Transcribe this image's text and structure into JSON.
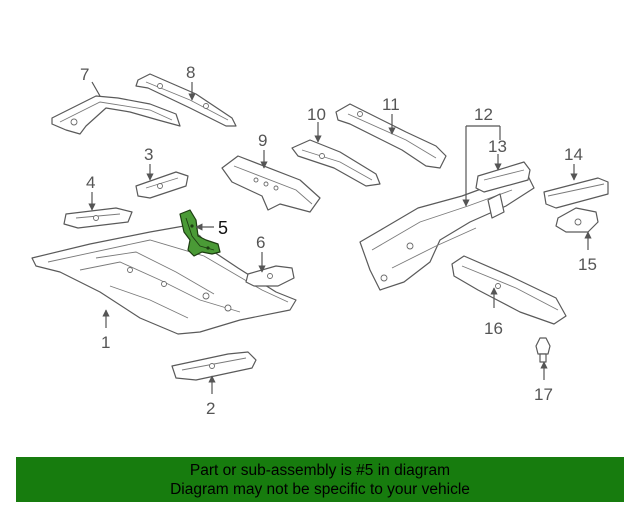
{
  "callouts": {
    "p1": "1",
    "p2": "2",
    "p3": "3",
    "p4": "4",
    "p5": "5",
    "p6": "6",
    "p7": "7",
    "p8": "8",
    "p9": "9",
    "p10": "10",
    "p11": "11",
    "p12": "12",
    "p13": "13",
    "p14": "14",
    "p15": "15",
    "p16": "16",
    "p17": "17"
  },
  "highlight": {
    "part_number": "5",
    "color": "#4a9a36"
  },
  "banner": {
    "line1": "Part or sub-assembly is #5 in diagram",
    "line2": "Diagram may not be specific to your vehicle",
    "background": "#177c0e"
  }
}
